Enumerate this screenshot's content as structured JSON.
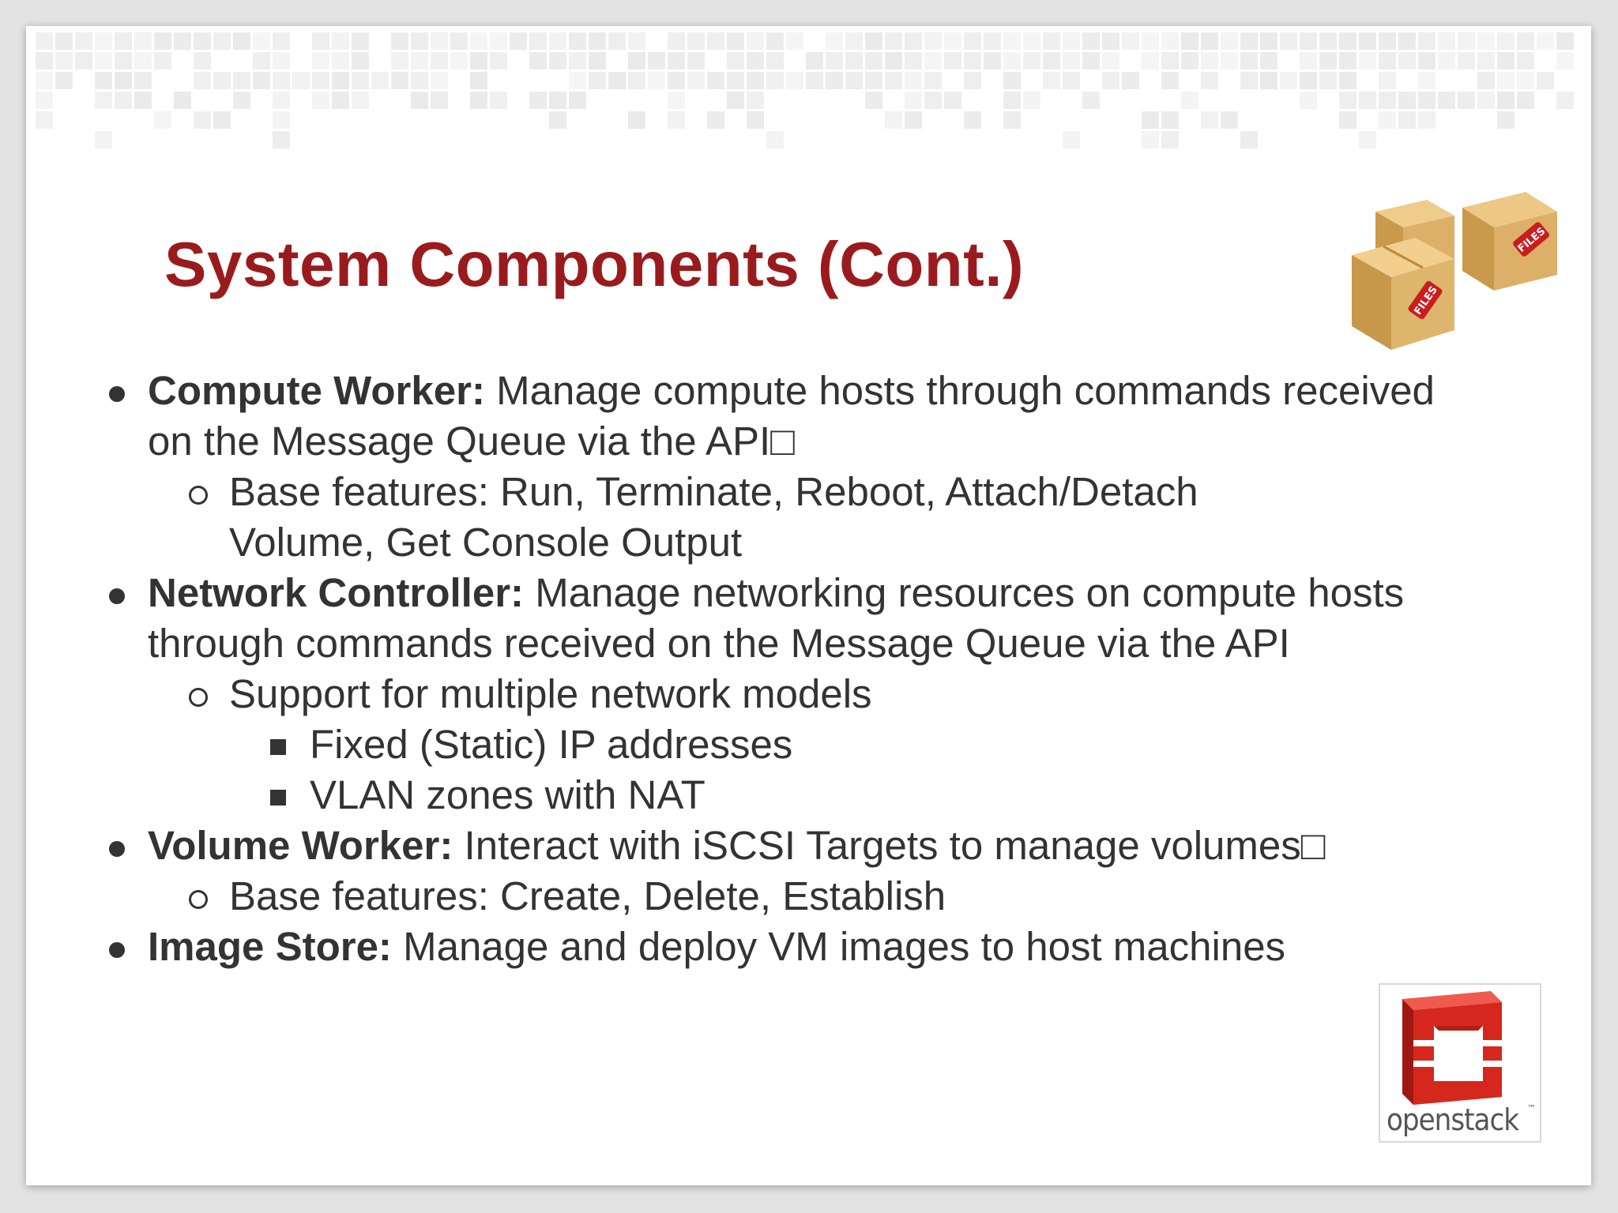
{
  "slide": {
    "title": "System Components (Cont.)",
    "items": [
      {
        "term": "Compute Worker:",
        "text": " Manage compute hosts through commands received on the Message Queue via the API□",
        "sub": [
          {
            "text": "Base features: Run, Terminate, Reboot, Attach/Detach Volume, Get Console Output"
          }
        ]
      },
      {
        "term": "Network Controller:",
        "text": " Manage networking resources on compute hosts through commands received on the Message Queue via the API",
        "sub": [
          {
            "text": "Support for multiple network models",
            "sub": [
              {
                "text": "Fixed (Static) IP addresses"
              },
              {
                "text": "VLAN zones with NAT"
              }
            ]
          }
        ]
      },
      {
        "term": "Volume Worker:",
        "text": " Interact with iSCSI Targets to manage volumes□",
        "sub": [
          {
            "text": "Base features: Create, Delete, Establish"
          }
        ]
      },
      {
        "term": "Image Store:",
        "text": " Manage and deploy VM images to host machines"
      }
    ],
    "images": {
      "boxes_label": "FILES",
      "logo_text": "openstack",
      "logo_tm": "™"
    }
  },
  "colors": {
    "title": "#9a1b1e",
    "body_text": "#333333",
    "logo_red": "#d6271f",
    "box_tan": "#d9b26a"
  }
}
